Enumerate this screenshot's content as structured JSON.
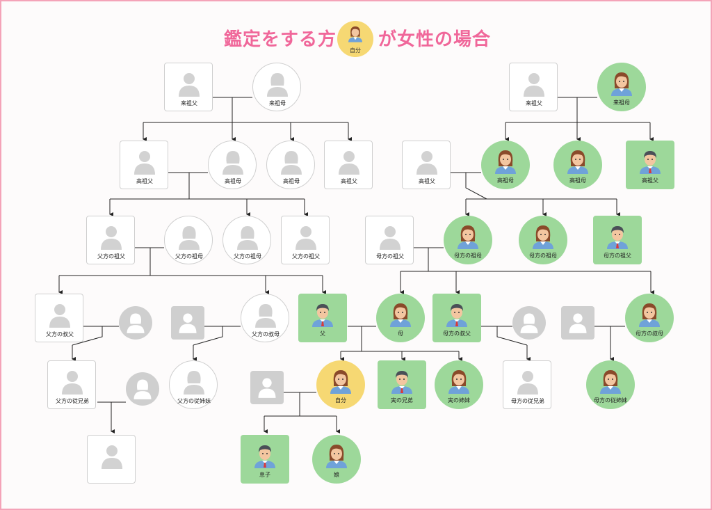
{
  "title": {
    "before": "鑑定をする方",
    "badge_label": "自分",
    "after": "が女性の場合"
  },
  "colors": {
    "accent": "#f0679a",
    "green": "#9dd89a",
    "self": "#f6d873",
    "unknown": "#cfcfcf"
  },
  "nodes": {
    "l_raiso_fu": "来祖父",
    "l_raiso_bo": "来祖母",
    "l_kouso_fu1": "高祖父",
    "l_kouso_bo1": "高祖母",
    "l_kouso_bo2": "高祖母",
    "l_kouso_fu2": "高祖父",
    "l_fuso_fu1": "父方の祖父",
    "l_fuso_bo1": "父方の祖母",
    "l_fuso_bo2": "父方の祖母",
    "l_fuso_fu2": "父方の祖父",
    "l_fu_oji": "父方の叔父",
    "l_fu_oba": "父方の叔母",
    "father": "父",
    "mother": "母",
    "r_bo_oji": "母方の叔父",
    "r_bo_oba": "母方の叔母",
    "l_fu_itoko_m": "父方の従兄弟",
    "l_fu_itoko_f": "父方の従姉妹",
    "self": "自分",
    "brother": "実の兄弟",
    "sister": "実の姉妹",
    "r_bo_itoko_m": "母方の従兄弟",
    "r_bo_itoko_f": "母方の従姉妹",
    "son": "息子",
    "daughter": "娘",
    "r_raiso_fu": "来祖父",
    "r_raiso_bo": "来祖母",
    "r_kouso_fu1": "高祖父",
    "r_kouso_bo1": "高祖母",
    "r_kouso_bo2": "高祖母",
    "r_kouso_fu2": "高祖父",
    "r_boso_fu1": "母方の祖父",
    "r_boso_bo1": "母方の祖母",
    "r_boso_bo2": "母方の祖母",
    "r_boso_fu2": "母方の祖父"
  }
}
